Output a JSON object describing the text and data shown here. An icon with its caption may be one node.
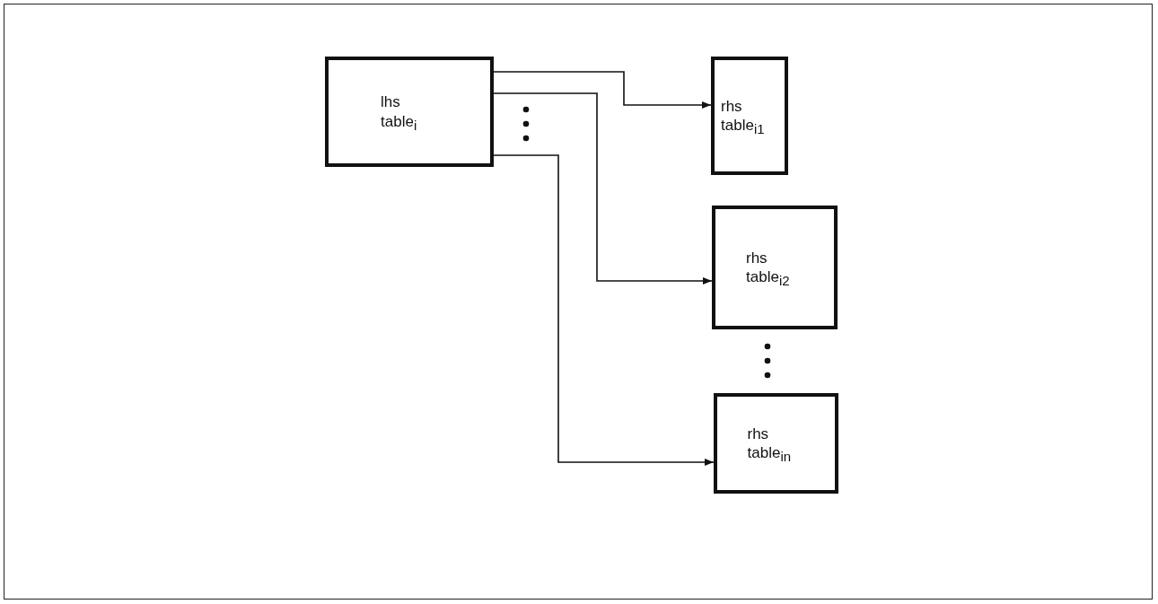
{
  "diagram": {
    "nodes": [
      {
        "text": [
          "lhs table$_{i}$"
        ]
      },
      {
        "text": [
          "rhs table$_{i1}$"
        ]
      },
      {
        "text": [
          "rhs table$_{i2}$"
        ]
      },
      {
        "text": [
          "rhs table$_{in}$"
        ]
      }
    ],
    "edges": [
      {
        "from": 0,
        "to": 1,
        "arrow": "to"
      },
      {
        "from": 0,
        "to": 2,
        "arrow": "to"
      },
      {
        "from": 0,
        "to": 3,
        "arrow": "to"
      }
    ]
  }
}
